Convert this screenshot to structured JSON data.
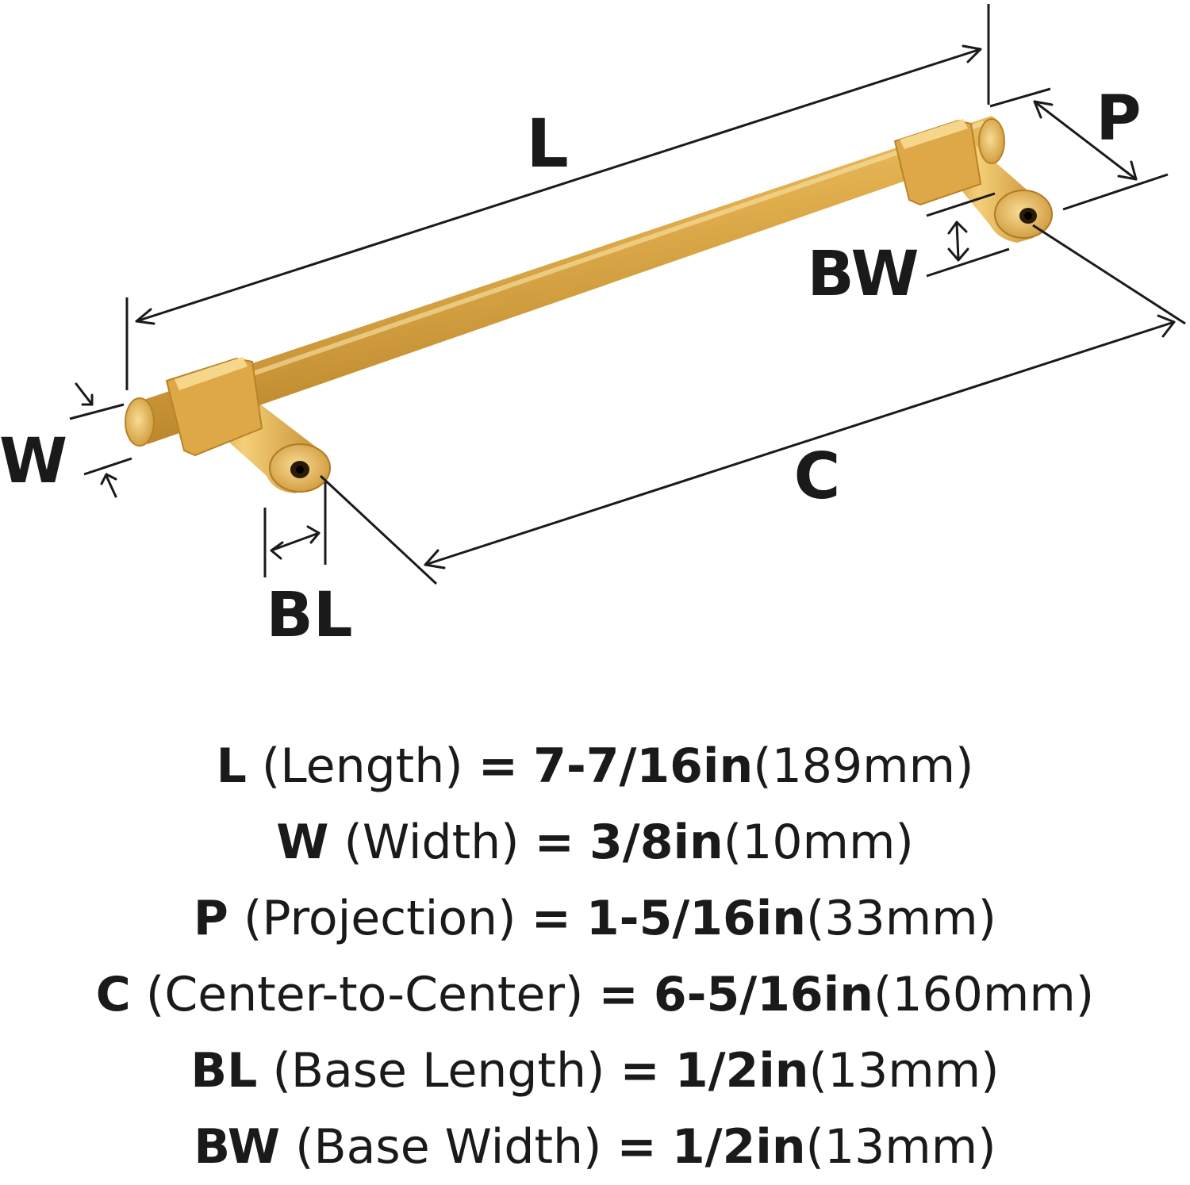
{
  "diagram": {
    "labels": {
      "L": "L",
      "P": "P",
      "BW": "BW",
      "W": "W",
      "C": "C",
      "BL": "BL"
    },
    "colors": {
      "brass_light": "#f2c86a",
      "brass_mid": "#d9a441",
      "brass_dark": "#a8731f",
      "line": "#1a1a1a"
    }
  },
  "specs": [
    {
      "code": "L",
      "name": "(Length)",
      "eq": "=",
      "imperial": "7-7/16in",
      "metric": "(189mm)"
    },
    {
      "code": "W",
      "name": "(Width)",
      "eq": "=",
      "imperial": "3/8in",
      "metric": "(10mm)"
    },
    {
      "code": "P",
      "name": "(Projection)",
      "eq": "=",
      "imperial": "1-5/16in",
      "metric": "(33mm)"
    },
    {
      "code": "C",
      "name": "(Center-to-Center)",
      "eq": "=",
      "imperial": "6-5/16in",
      "metric": "(160mm)"
    },
    {
      "code": "BL",
      "name": "(Base Length)",
      "eq": "=",
      "imperial": "1/2in",
      "metric": "(13mm)"
    },
    {
      "code": "BW",
      "name": "(Base Width)",
      "eq": "=",
      "imperial": "1/2in",
      "metric": "(13mm)"
    }
  ]
}
